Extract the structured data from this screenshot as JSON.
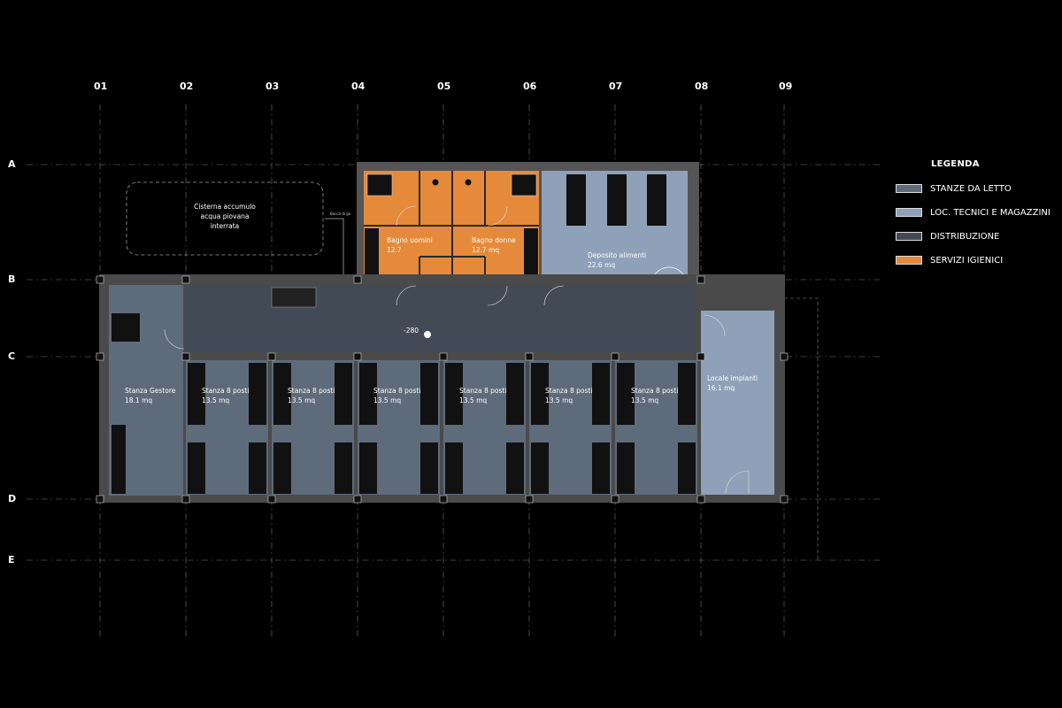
{
  "columns": [
    "01",
    "02",
    "03",
    "04",
    "05",
    "06",
    "07",
    "08",
    "09"
  ],
  "rows": [
    "A",
    "B",
    "C",
    "D",
    "E"
  ],
  "legend": {
    "title": "LEGENDA",
    "items": [
      {
        "label": "STANZE DA LETTO",
        "color": "#5e6b7b"
      },
      {
        "label": "LOC. TECNICI E MAGAZZINI",
        "color": "#8ea1b9"
      },
      {
        "label": "DISTRIBUZIONE",
        "color": "#424a55"
      },
      {
        "label": "SERVIZI IGIENICI",
        "color": "#e58a3a"
      }
    ]
  },
  "rooms": {
    "cisterna": {
      "line1": "Cisterna accumulo",
      "line2": "acqua piovana",
      "line3": "interrata"
    },
    "scarico": "Bocca di go",
    "bagno_uomini": {
      "name": "Bagno uomini",
      "area": "12.7"
    },
    "bagno_donne": {
      "name": "Bagno donne",
      "area": "12.7 mq"
    },
    "deposito": {
      "name": "Deposito alimenti",
      "area": "22.6 mq"
    },
    "quota": "-280",
    "gestore": {
      "name": "Stanza Gestore",
      "area": "18.1 mq"
    },
    "stanze": [
      {
        "name": "Stanza 8 posti",
        "area": "13.5 mq"
      },
      {
        "name": "Stanza 8 posti",
        "area": "13.5 mq"
      },
      {
        "name": "Stanza 8 posti",
        "area": "13.5 mq"
      },
      {
        "name": "Stanza 8 posti",
        "area": "13.5 mq"
      },
      {
        "name": "Stanza 8 posti",
        "area": "13.5 mq"
      },
      {
        "name": "Stanza 8 posti",
        "area": "13.5 mq"
      }
    ],
    "impianti": {
      "name": "Locale impianti",
      "area": "16.1 mq"
    }
  }
}
